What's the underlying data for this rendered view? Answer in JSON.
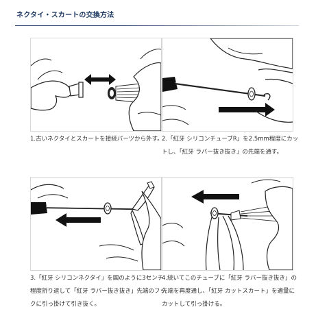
{
  "page": {
    "title": "ネクタイ・スカートの交換方法"
  },
  "steps": [
    {
      "number": "1.",
      "caption": "1.古いネクタイとスカートを接続パーツから外す。"
    },
    {
      "number": "2.",
      "caption": "2.「紅牙 シリコンチューブR」を2.5mm程度にカットし、「紅牙 ラバー抜き抜き」の先端を通す。"
    },
    {
      "number": "3.",
      "caption": "3.「紅牙 シリコンネクタイ」を図のように3センチ程度折り返して「紅牙 ラバー抜き抜き」先端のフックに引っ掛けて引き抜く。"
    },
    {
      "number": "4.",
      "caption": "4.続いてこのチューブに「紅牙 ラバー抜き抜き」の先端を再度通し、「紅牙 カットスカート」を適量にカットして引っ掛ける。"
    }
  ],
  "colors": {
    "title": "#1f3a63",
    "line": "#222222",
    "arrow": "#111111"
  }
}
